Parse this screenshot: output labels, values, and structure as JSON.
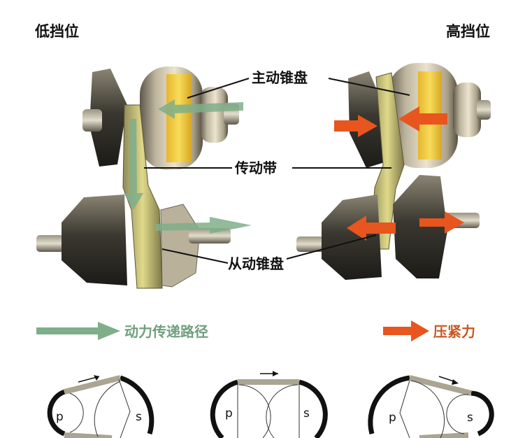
{
  "titles": {
    "low_gear": "低挡位",
    "high_gear": "高挡位"
  },
  "labels": {
    "drive_pulley": "主动锥盘",
    "belt": "传动带",
    "driven_pulley": "从动锥盘"
  },
  "legend": {
    "power_path": "动力传递路径",
    "clamping_force": "压紧力"
  },
  "pulley_letters": {
    "p": "p",
    "s": "s"
  },
  "colors": {
    "power_arrow": "#7fae8a",
    "force_arrow": "#e8551e",
    "force_text": "#c8561e",
    "power_text": "#6f9f7c",
    "belt": "#d8cf70",
    "pulley_body": "#c9c0a8",
    "pulley_shade": "#4a463d",
    "band_yellow": "#f2c93a"
  }
}
